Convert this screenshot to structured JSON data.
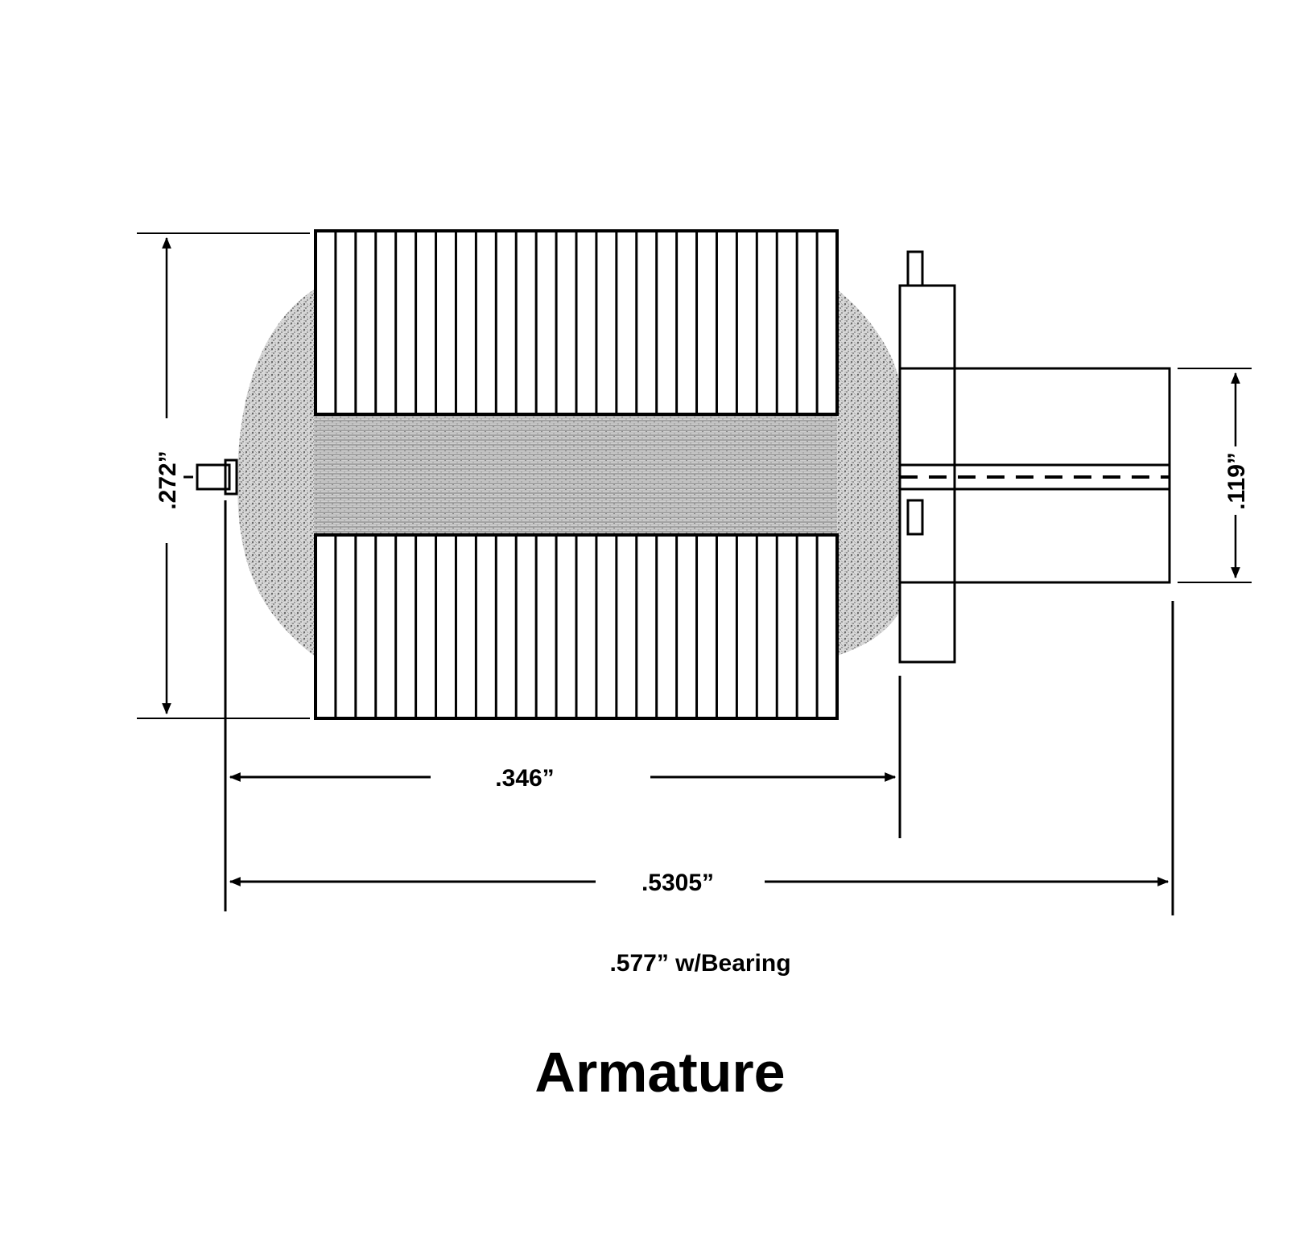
{
  "title": "Armature",
  "dimensions": {
    "height": ".272”",
    "shaft_diameter": ".119”",
    "body_length": ".346”",
    "overall_length": ".5305”",
    "with_bearing": ".577” w/Bearing"
  },
  "colors": {
    "ink": "#000000",
    "winding_fill": "#c8c8c8",
    "background": "#ffffff"
  }
}
